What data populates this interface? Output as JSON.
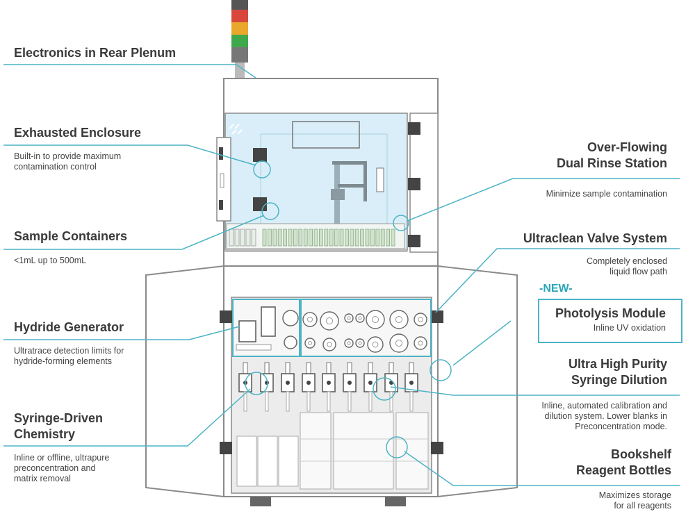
{
  "callouts": {
    "electronics": {
      "title": "Electronics in Rear Plenum"
    },
    "exhausted": {
      "title": "Exhausted Enclosure",
      "desc": [
        "Built-in to provide maximum",
        "contamination control"
      ]
    },
    "sample": {
      "title": "Sample Containers",
      "desc": [
        "<1mL up to 500mL"
      ]
    },
    "hydride": {
      "title": "Hydride Generator",
      "desc": [
        "Ultratrace detection limits for",
        "hydride-forming elements"
      ]
    },
    "syringe_chem": {
      "title": [
        "Syringe-Driven",
        "Chemistry"
      ],
      "desc": [
        "Inline or offline, ultrapure",
        "preconcentration and",
        "matrix removal"
      ]
    },
    "rinse": {
      "title": [
        "Over-Flowing",
        "Dual Rinse Station"
      ],
      "desc": [
        "Minimize sample contamination"
      ]
    },
    "valve": {
      "title": "Ultraclean Valve System",
      "desc": [
        "Completely enclosed",
        "liquid flow path"
      ]
    },
    "photolysis": {
      "badge": "-NEW-",
      "title": "Photolysis Module",
      "desc": [
        "Inline UV oxidation"
      ]
    },
    "dilution": {
      "title": [
        "Ultra High Purity",
        "Syringe Dilution"
      ],
      "desc": [
        "Inline, automated calibration and",
        "dilution system. Lower blanks in",
        "Preconcentration mode."
      ]
    },
    "bookshelf": {
      "title": [
        "Bookshelf",
        "Reagent Bottles"
      ],
      "desc": [
        "Maximizes storage",
        "for all reagents"
      ]
    }
  },
  "colors": {
    "accent": "#4db3c6",
    "outline": "#8a8a8a",
    "enclosure": "#d9eef8",
    "tower": [
      "#d9473c",
      "#e9a72b",
      "#3fa84a"
    ]
  }
}
